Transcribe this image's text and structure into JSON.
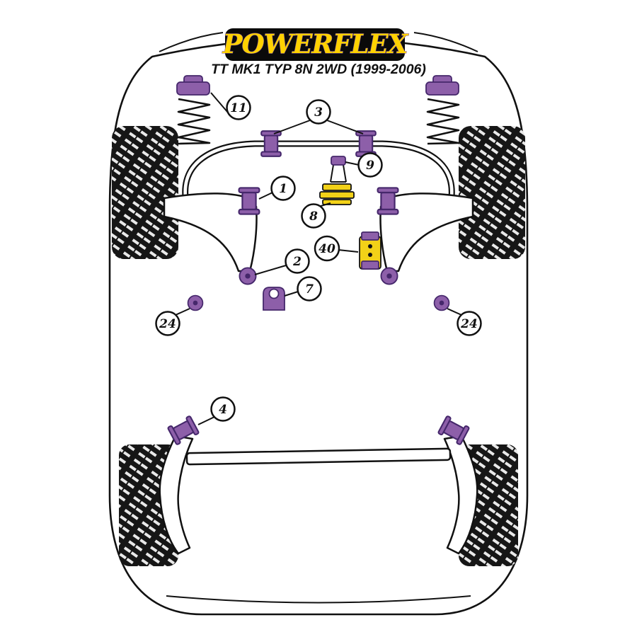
{
  "header": {
    "brand": "POWERFLEX",
    "subtitle": "TT MK1 TYP 8N 2WD (1999-2006)"
  },
  "colors": {
    "logo_bg": "#0a0a0a",
    "logo_yellow": "#ffd200",
    "logo_purple": "#7a4ea0",
    "bush_purple": "#8d5fa9",
    "bush_purple_dark": "#45276b",
    "part_yellow": "#f2d118",
    "line": "#111111",
    "tire_black": "#161616"
  },
  "callouts": {
    "c11": "11",
    "c3": "3",
    "c9": "9",
    "c1": "1",
    "c8": "8",
    "c2": "2",
    "c40": "40",
    "c7": "7",
    "c24_left": "24",
    "c24_right": "24",
    "c4": "4"
  }
}
